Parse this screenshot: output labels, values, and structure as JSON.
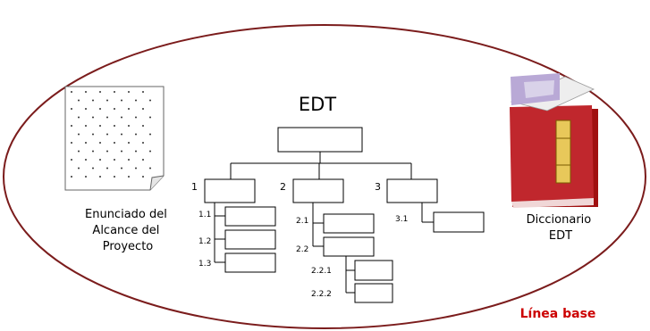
{
  "title": "EDT",
  "left_caption": [
    "Enunciado del",
    "Alcance del",
    "Proyecto"
  ],
  "right_caption": [
    "Diccionario",
    "EDT"
  ],
  "baseline_label": "Línea base",
  "colors": {
    "ellipse": "#7b1c1c",
    "baseline": "#cc0000",
    "book_cover": "#c0272d",
    "book_shadow": "#a01010"
  },
  "wbs": {
    "branches": [
      {
        "label": "1",
        "children": [
          "1.1",
          "1.2",
          "1.3"
        ]
      },
      {
        "label": "2",
        "children": [
          "2.1",
          "2.2"
        ],
        "sub_children": [
          "2.2.1",
          "2.2.2"
        ]
      },
      {
        "label": "3",
        "children": [
          "3.1"
        ]
      }
    ]
  }
}
